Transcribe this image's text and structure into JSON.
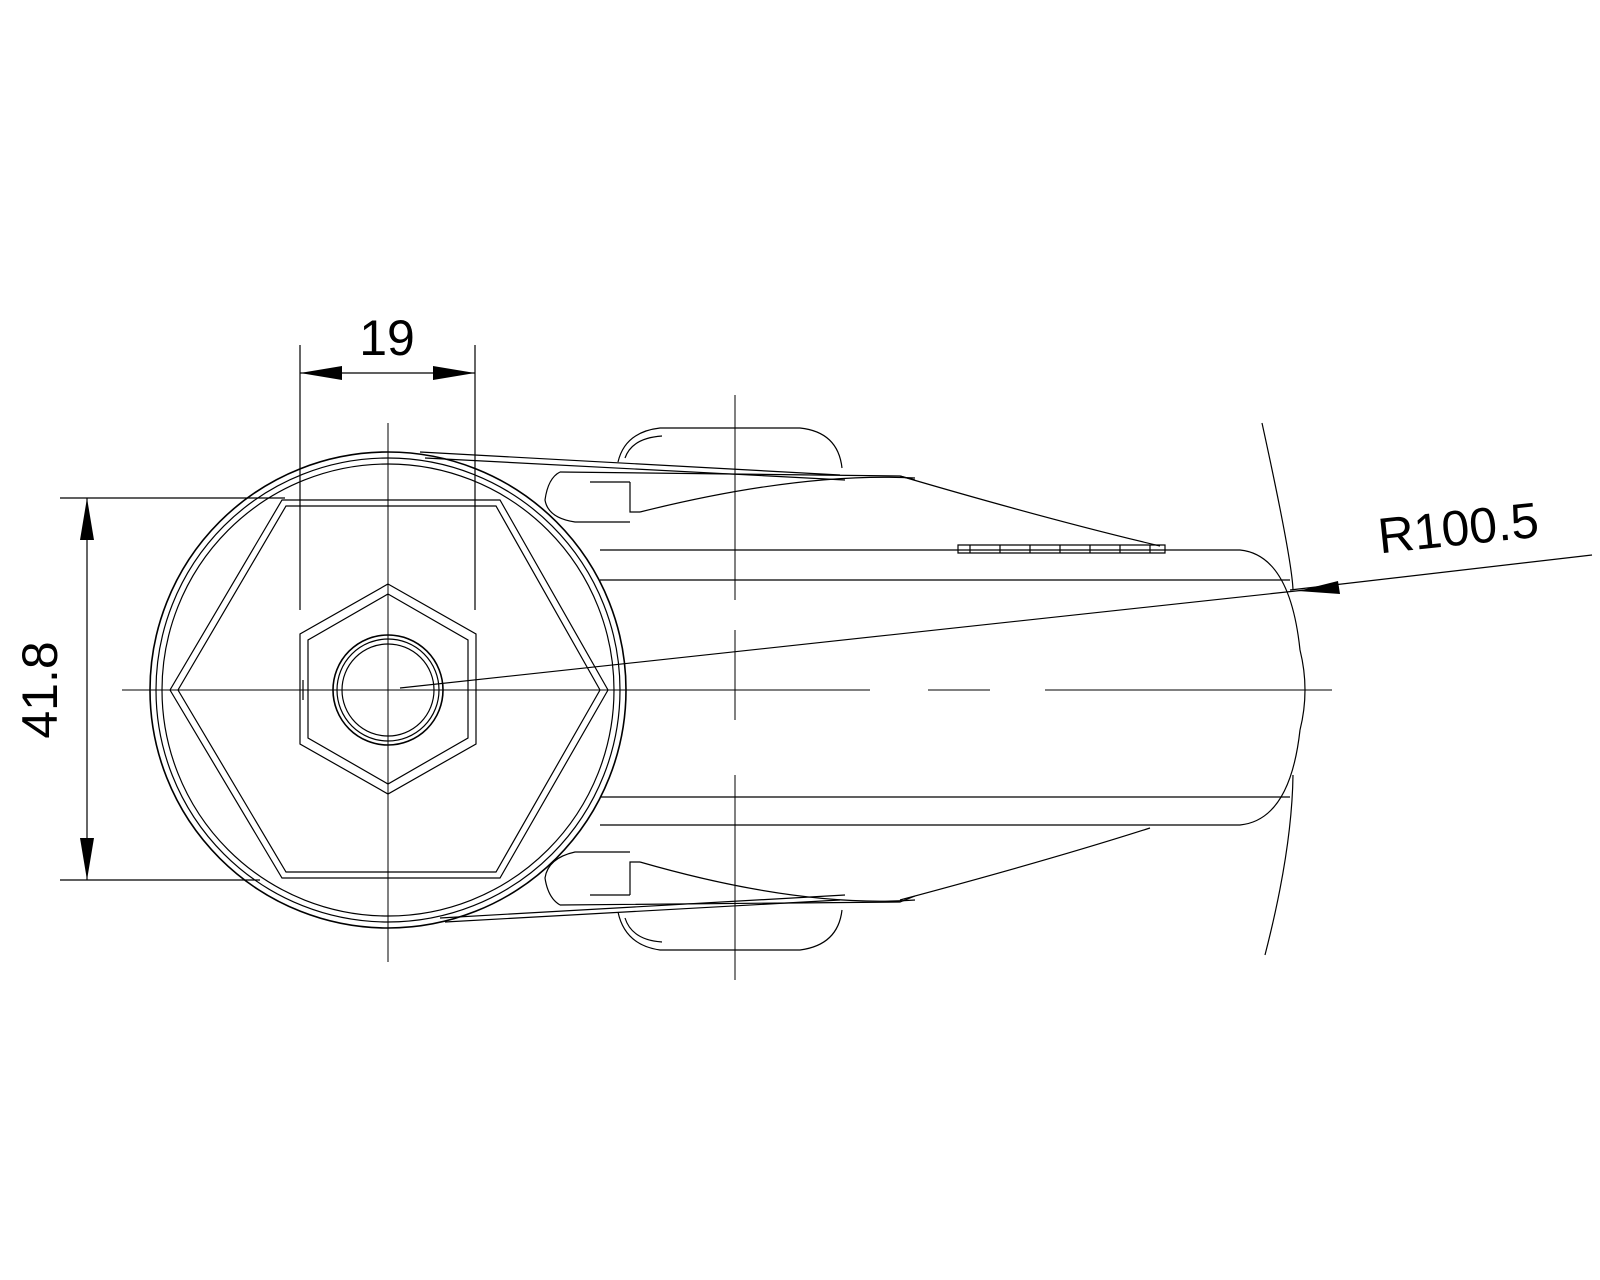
{
  "drawing": {
    "dimensions": {
      "width_label": "19",
      "height_label": "41.8",
      "radius_label": "R100.5"
    },
    "colors": {
      "line": "#000000",
      "background": "#ffffff"
    }
  }
}
